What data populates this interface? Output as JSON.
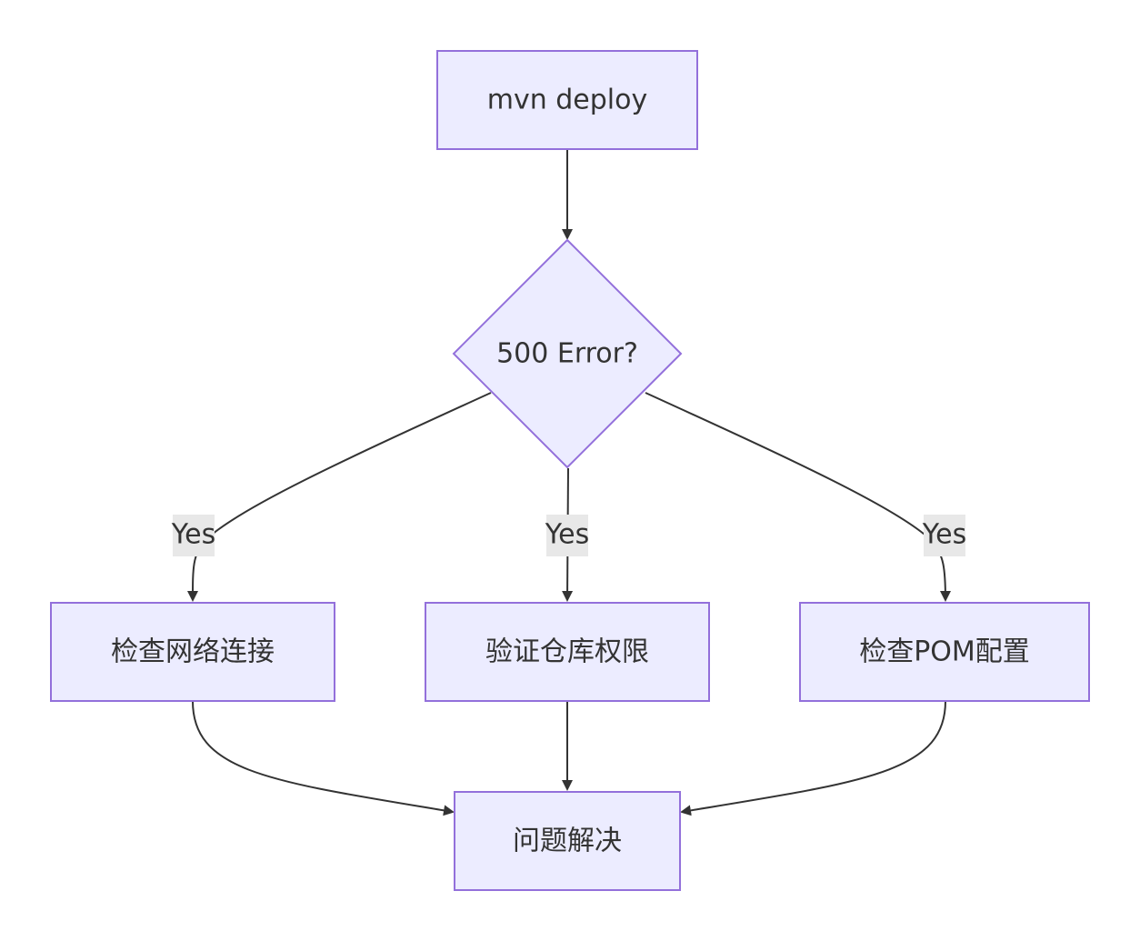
{
  "flowchart": {
    "nodes": {
      "deploy": {
        "label": "mvn deploy",
        "shape": "rect"
      },
      "error_check": {
        "label": "500 Error?",
        "shape": "diamond"
      },
      "check_network": {
        "label": "检查网络连接",
        "shape": "rect"
      },
      "verify_permissions": {
        "label": "验证仓库权限",
        "shape": "rect"
      },
      "check_pom": {
        "label": "检查POM配置",
        "shape": "rect"
      },
      "resolved": {
        "label": "问题解决",
        "shape": "rect"
      }
    },
    "edges": [
      {
        "from": "deploy",
        "to": "error_check",
        "label": ""
      },
      {
        "from": "error_check",
        "to": "check_network",
        "label": "Yes"
      },
      {
        "from": "error_check",
        "to": "verify_permissions",
        "label": "Yes"
      },
      {
        "from": "error_check",
        "to": "check_pom",
        "label": "Yes"
      },
      {
        "from": "check_network",
        "to": "resolved",
        "label": ""
      },
      {
        "from": "verify_permissions",
        "to": "resolved",
        "label": ""
      },
      {
        "from": "check_pom",
        "to": "resolved",
        "label": ""
      }
    ],
    "colors": {
      "node_fill": "#ECECFF",
      "node_stroke": "#9370DB",
      "edge": "#333333",
      "label_bg": "#E8E8E8",
      "text": "#333333"
    }
  }
}
